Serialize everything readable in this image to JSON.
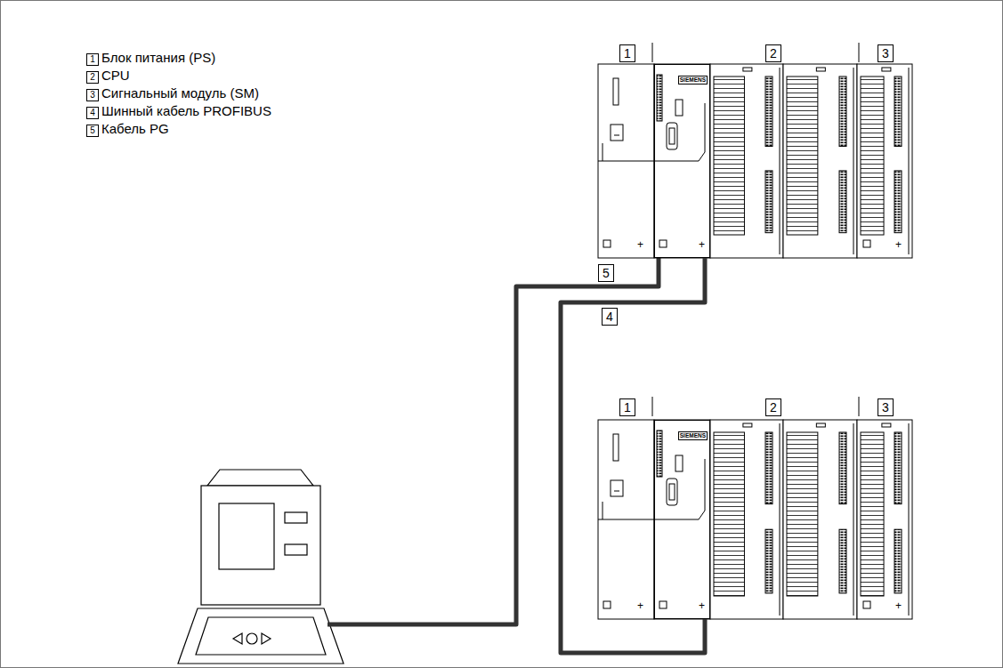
{
  "diagram": {
    "nodes": [
      {
        "text": [
          "SIEMENS",
          "+"
        ]
      },
      {
        "text": [
          "SIEMENS",
          "+"
        ]
      }
    ],
    "edges": [
      {
        "from": 0,
        "to": 1,
        "arrow": "none"
      }
    ],
    "labels": [
      "1",
      "Блок питания (PS)",
      "2",
      "CPU",
      "3",
      "Сигнальный модуль (SM)",
      "4",
      "Шинный кабель PROFIBUS",
      "5",
      "Кабель PG",
      "1",
      "2",
      "3",
      "5",
      "4",
      "1",
      "2",
      "3",
      "+",
      "+",
      "+",
      "+"
    ]
  }
}
